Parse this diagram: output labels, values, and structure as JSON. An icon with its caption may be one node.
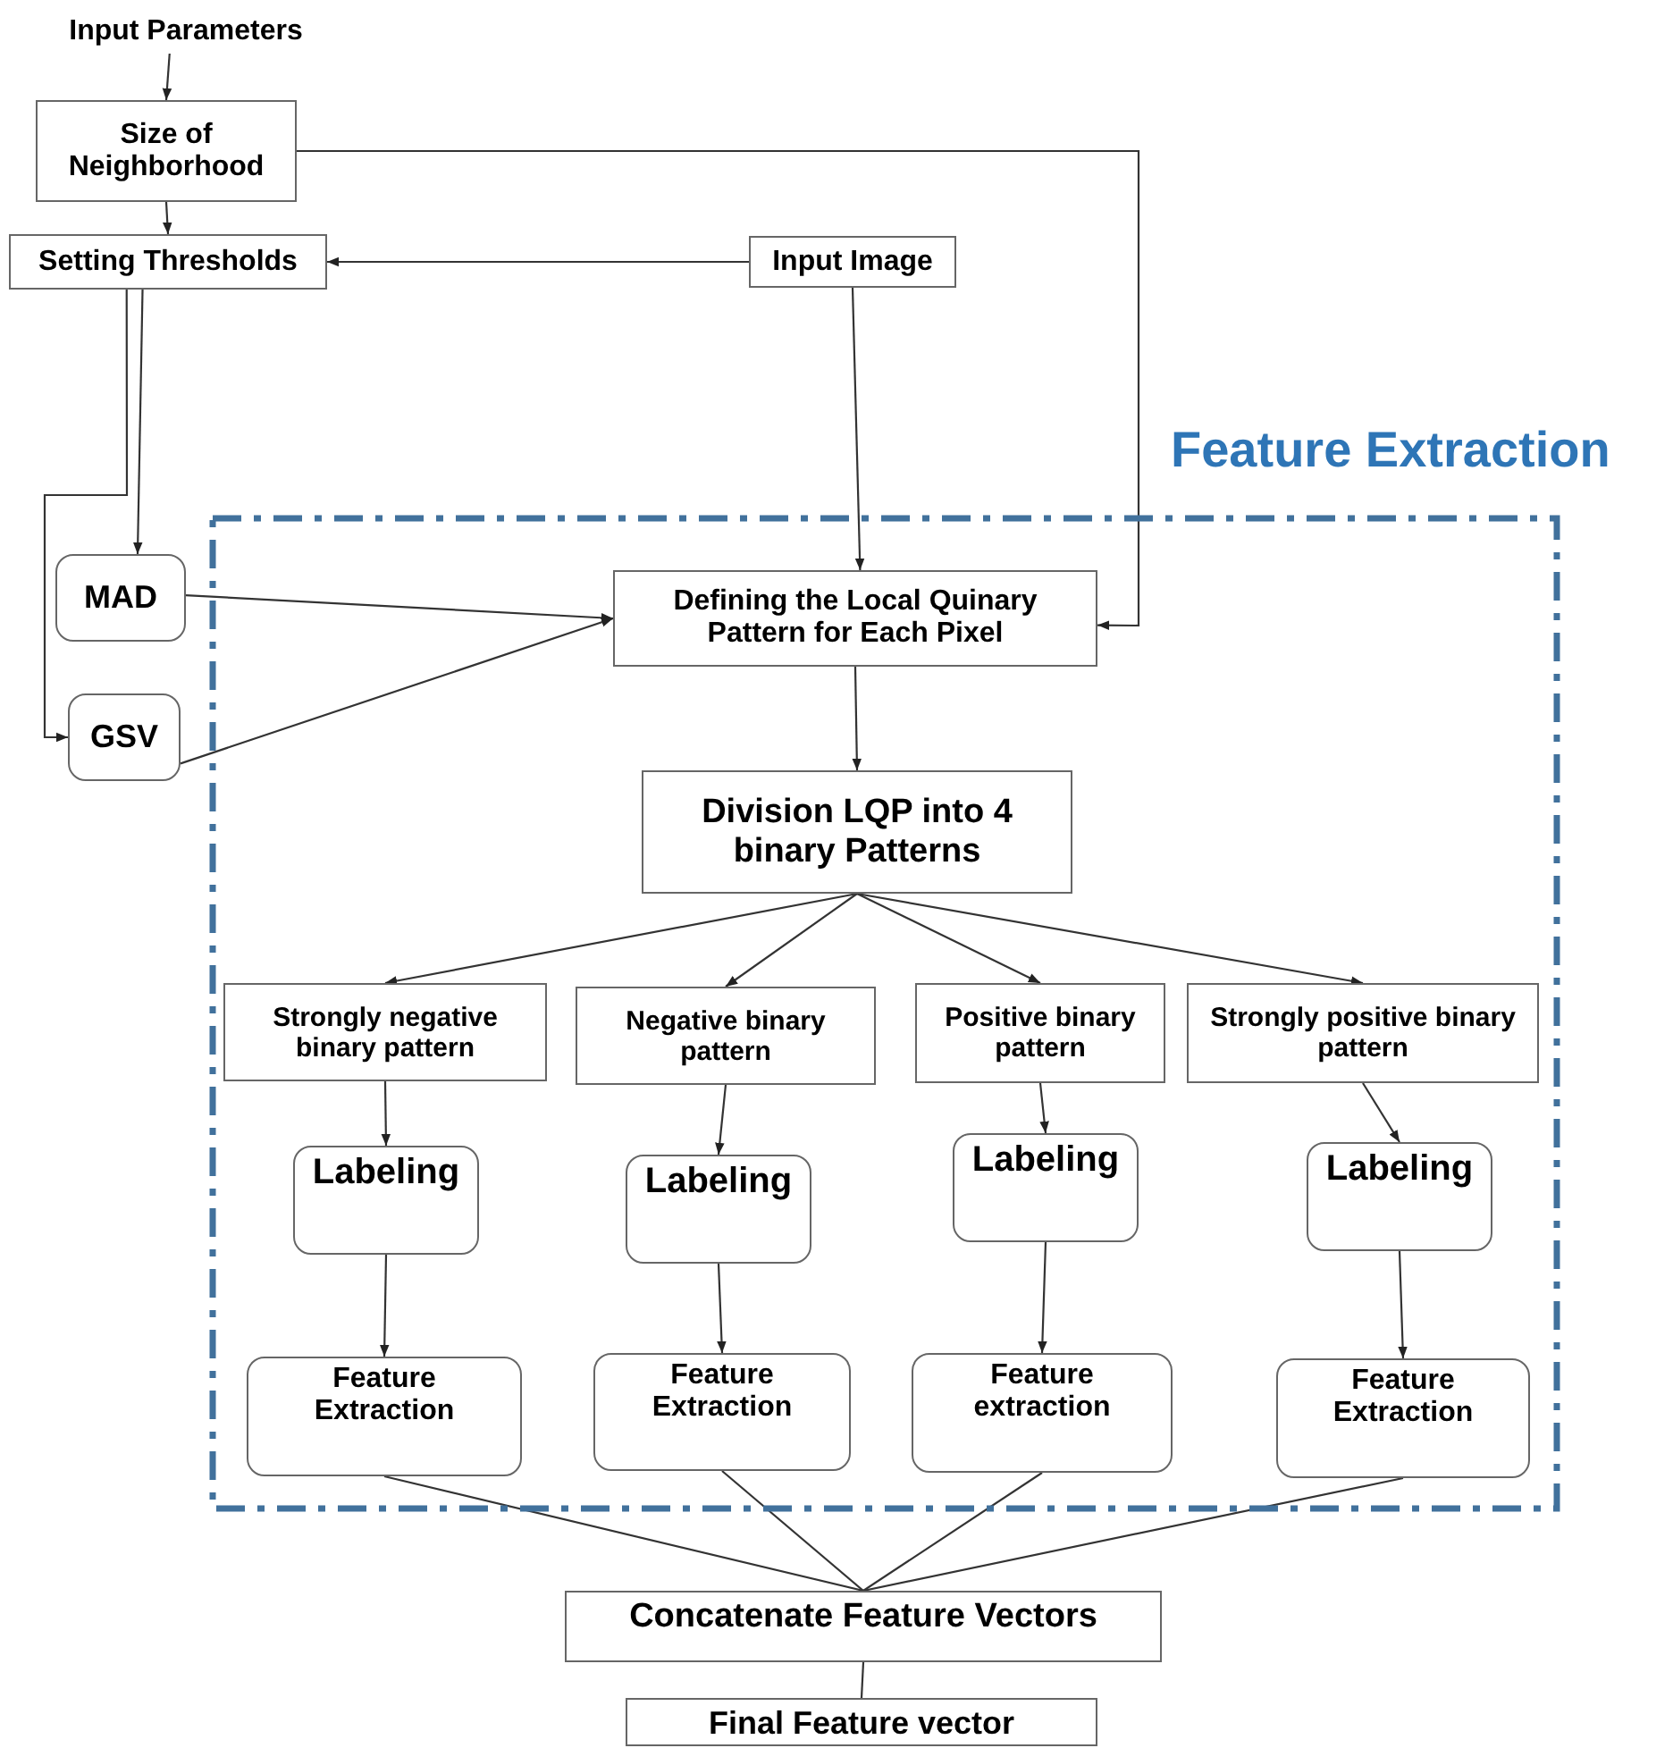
{
  "diagram": {
    "nodes": [
      {
        "text": [
          "Input Parameters"
        ]
      },
      {
        "text": [
          "Size of Neighborhood"
        ]
      },
      {
        "text": [
          "Setting Thresholds"
        ]
      },
      {
        "text": [
          "Input Image"
        ]
      },
      {
        "text": [
          "Feature Extraction"
        ]
      },
      {
        "text": [
          "MAD"
        ]
      },
      {
        "text": [
          "GSV"
        ]
      },
      {
        "text": [
          "Defining the Local Quinary Pattern for Each Pixel"
        ],
        "in": 4
      },
      {
        "text": [
          "Division LQP into 4 binary Patterns"
        ],
        "in": 4
      },
      {
        "text": [
          "Strongly negative binary pattern"
        ],
        "in": 4
      },
      {
        "text": [
          "Negative binary pattern"
        ],
        "in": 4
      },
      {
        "text": [
          "Positive binary pattern"
        ],
        "in": 4
      },
      {
        "text": [
          "Strongly positive binary pattern"
        ],
        "in": 4
      },
      {
        "text": [
          "Labeling"
        ],
        "in": 4
      },
      {
        "text": [
          "Labeling"
        ],
        "in": 4
      },
      {
        "text": [
          "Labeling"
        ],
        "in": 4
      },
      {
        "text": [
          "Labeling"
        ],
        "in": 4
      },
      {
        "text": [
          "Feature Extraction"
        ],
        "in": 4
      },
      {
        "text": [
          "Feature Extraction"
        ],
        "in": 4
      },
      {
        "text": [
          "Feature extraction"
        ],
        "in": 4
      },
      {
        "text": [
          "Feature Extraction"
        ],
        "in": 4
      },
      {
        "text": [
          "Concatenate Feature Vectors"
        ]
      },
      {
        "text": [
          "Final Feature vector"
        ]
      }
    ],
    "edges": [
      {
        "from": 0,
        "to": 1,
        "arrow": "to"
      },
      {
        "from": 1,
        "to": 2,
        "arrow": "to"
      },
      {
        "from": 1,
        "to": 7,
        "arrow": "to"
      },
      {
        "from": 3,
        "to": 2,
        "arrow": "to"
      },
      {
        "from": 3,
        "to": 7,
        "arrow": "to"
      },
      {
        "from": 2,
        "to": 5,
        "arrow": "to"
      },
      {
        "from": 2,
        "to": 6,
        "arrow": "to"
      },
      {
        "from": 5,
        "to": 7,
        "arrow": "to"
      },
      {
        "from": 6,
        "to": 7,
        "arrow": "to"
      },
      {
        "from": 7,
        "to": 8,
        "arrow": "to"
      },
      {
        "from": 8,
        "to": 9,
        "arrow": "to"
      },
      {
        "from": 8,
        "to": 10,
        "arrow": "to"
      },
      {
        "from": 8,
        "to": 11,
        "arrow": "to"
      },
      {
        "from": 8,
        "to": 12,
        "arrow": "to"
      },
      {
        "from": 9,
        "to": 13,
        "arrow": "to"
      },
      {
        "from": 10,
        "to": 14,
        "arrow": "to"
      },
      {
        "from": 11,
        "to": 15,
        "arrow": "to"
      },
      {
        "from": 12,
        "to": 16,
        "arrow": "to"
      },
      {
        "from": 13,
        "to": 17,
        "arrow": "to"
      },
      {
        "from": 14,
        "to": 18,
        "arrow": "to"
      },
      {
        "from": 15,
        "to": 19,
        "arrow": "to"
      },
      {
        "from": 16,
        "to": 20,
        "arrow": "to"
      },
      {
        "from": 17,
        "to": 21,
        "arrow": "none"
      },
      {
        "from": 18,
        "to": 21,
        "arrow": "none"
      },
      {
        "from": 19,
        "to": 21,
        "arrow": "none"
      },
      {
        "from": 20,
        "to": 21,
        "arrow": "none"
      },
      {
        "from": 21,
        "to": 22,
        "arrow": "none"
      }
    ]
  }
}
